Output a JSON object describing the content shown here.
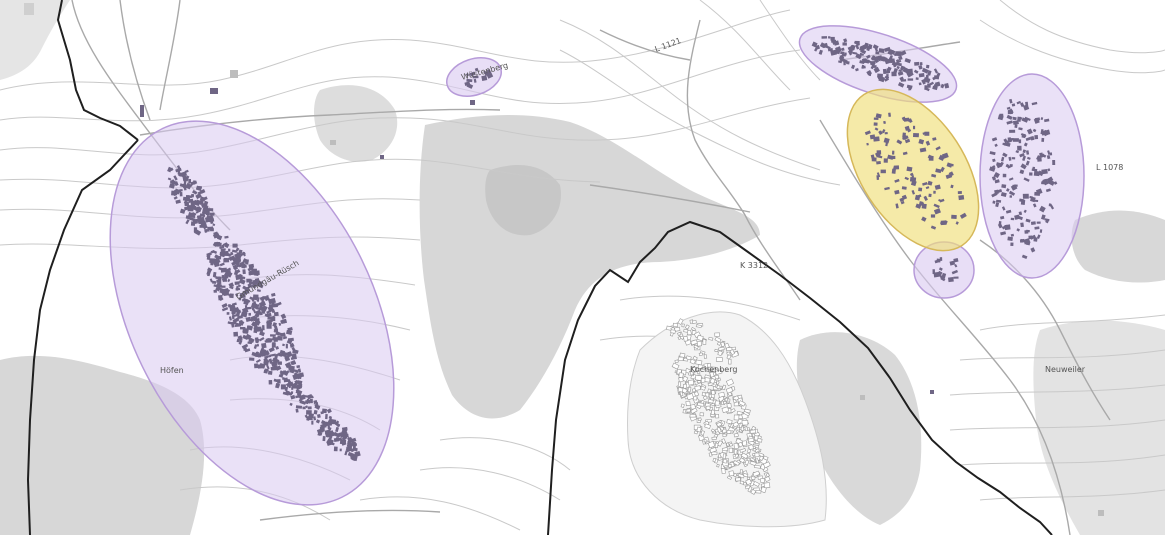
{
  "map": {
    "colors": {
      "background": "#ffffff",
      "contour": "#c9c9c9",
      "forest": "#d7d7d7",
      "forest_dark": "#c7c7c7",
      "boundary": "#1f1f1f",
      "road": "#a9a9a9",
      "building_purple": "#6f6685",
      "building_white": "#ffffff",
      "building_outline": "#9a9a9a",
      "highlight_purple_fill": "#d9c8f0",
      "highlight_purple_stroke": "#b79bd9",
      "highlight_yellow_fill": "#f0df7a",
      "highlight_yellow_stroke": "#d6b85a"
    },
    "labels": {
      "west_town": "Gmündgäu-Rüsch",
      "center_town": "Kochenberg",
      "north_hamlet": "Wüstenberg",
      "west_sub": "Höfen",
      "east_sub": "Neuweiler",
      "road_label_1": "L 1121",
      "road_label_2": "K 3312",
      "road_label_3": "L 1078"
    }
  }
}
